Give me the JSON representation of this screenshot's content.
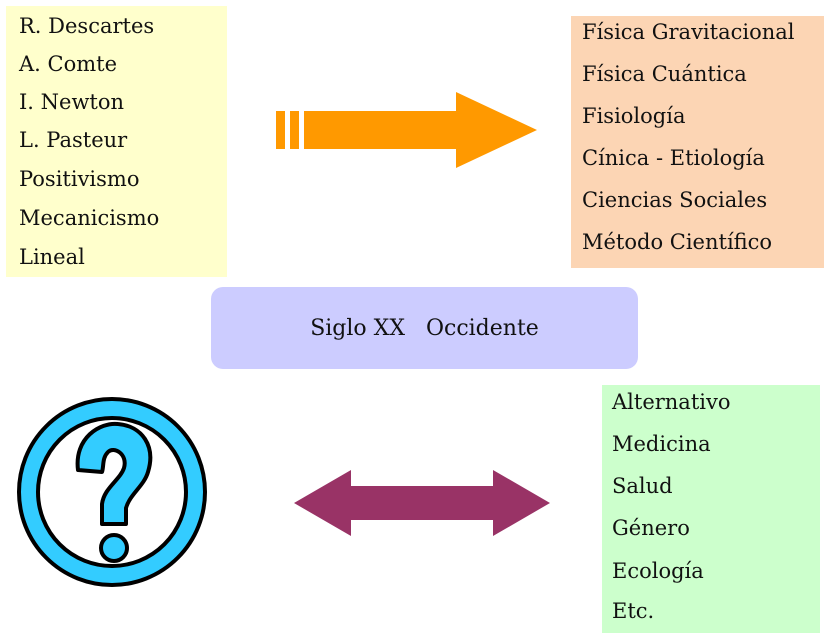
{
  "diagram": {
    "left_list": {
      "color": "#ffffcc",
      "items": [
        "R. Descartes",
        "A. Comte",
        "I. Newton",
        "L. Pasteur",
        "Positivismo",
        "Mecanicismo",
        "Lineal"
      ]
    },
    "right_list": {
      "color": "#fcd5b4",
      "items": [
        "Física Gravitacional",
        "Física Cuántica",
        "Fisiología",
        "Cínica - Etiología",
        "Ciencias Sociales",
        "Método Científico"
      ]
    },
    "center_label": "Siglo XX   Occidente",
    "bottom_list": {
      "color": "#ccffcc",
      "items": [
        "Alternativo",
        "Medicina",
        "Salud",
        "Género",
        "Ecología",
        "Etc."
      ]
    },
    "arrow_colors": {
      "right_arrow": "#ff9900",
      "double_arrow": "#993366"
    },
    "icons": {
      "question": "question-mark-icon",
      "right_arrow": "arrow-right-icon",
      "double_arrow": "double-arrow-icon"
    },
    "question_color": "#33ccff"
  }
}
